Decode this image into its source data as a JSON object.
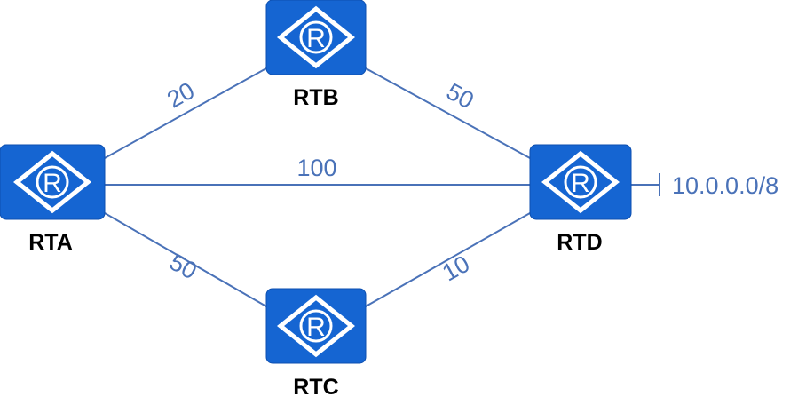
{
  "routers": [
    {
      "name": "RTA",
      "icon": "router-icon",
      "letter": "R"
    },
    {
      "name": "RTB",
      "icon": "router-icon",
      "letter": "R"
    },
    {
      "name": "RTC",
      "icon": "router-icon",
      "letter": "R"
    },
    {
      "name": "RTD",
      "icon": "router-icon",
      "letter": "R"
    }
  ],
  "links": [
    {
      "from": "RTA",
      "to": "RTB",
      "cost": "20"
    },
    {
      "from": "RTB",
      "to": "RTD",
      "cost": "50"
    },
    {
      "from": "RTA",
      "to": "RTD",
      "cost": "100"
    },
    {
      "from": "RTA",
      "to": "RTC",
      "cost": "50"
    },
    {
      "from": "RTC",
      "to": "RTD",
      "cost": "10"
    }
  ],
  "network": {
    "prefix": "10.0.0.0/8",
    "attached_to": "RTD"
  },
  "colors": {
    "router_fill": "#1565d2",
    "link": "#4a72b8",
    "label": "#4a72b8"
  }
}
